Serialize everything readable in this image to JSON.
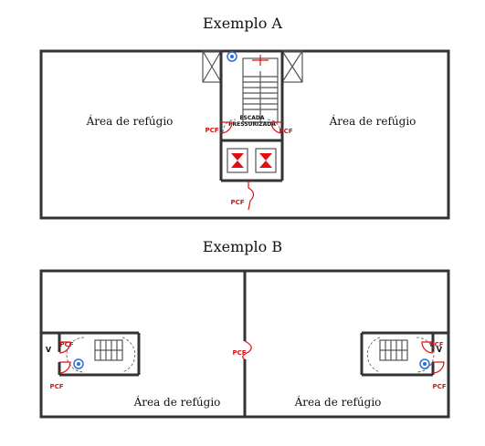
{
  "example_a": {
    "title": "Exemplo A",
    "left_area": "Área de refúgio",
    "right_area": "Área de refúgio",
    "stair_label_1": "ESCADA",
    "stair_label_2": "PRESSURIZADA",
    "door_labels": [
      "PCF",
      "PCF",
      "PCF"
    ]
  },
  "example_b": {
    "title": "Exemplo B",
    "left_area": "Área de refúgio",
    "right_area": "Área de refúgio",
    "door_labels": [
      "PCF",
      "PCF",
      "PCF",
      "PCF",
      "PCF"
    ],
    "v_labels": [
      "V",
      "V"
    ]
  },
  "colors": {
    "door": "#e01010",
    "elevator_fill": "#e01010",
    "accessible_symbol": "#2a6fd6",
    "wall": "#333333"
  }
}
